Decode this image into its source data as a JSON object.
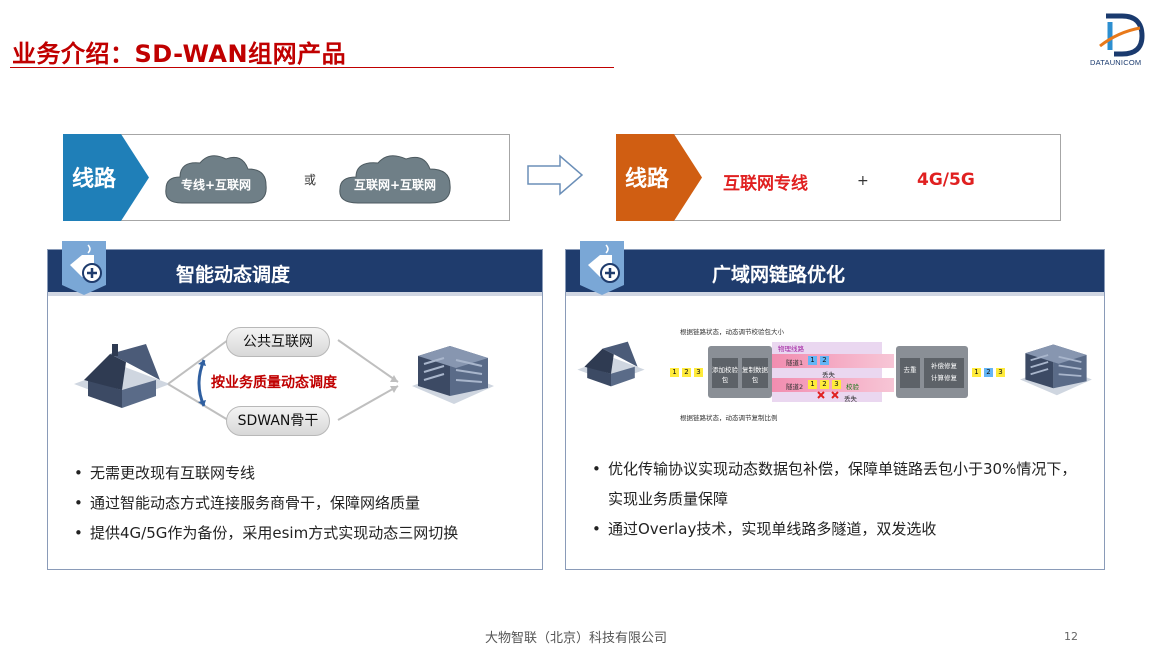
{
  "title": "业务介绍：SD-WAN组网产品",
  "logo": {
    "text": "DATAUNICOM"
  },
  "colors": {
    "accent_red": "#c00000",
    "navy": "#1f3c6d",
    "blue_tag": "#1f7fb8",
    "orange_tag": "#d05e12"
  },
  "before": {
    "tag": "线路",
    "cloud_a": "专线+互联网",
    "or": "或",
    "cloud_b": "互联网+互联网"
  },
  "after": {
    "tag": "线路",
    "item_a": "互联网专线",
    "plus": "+",
    "item_b": "4G/5G"
  },
  "left_panel": {
    "title": "智能动态调度",
    "path_public": "公共互联网",
    "path_qos": "按业务质量动态调度",
    "path_sdwan": "SDWAN骨干",
    "bullets": [
      "无需更改现有互联网专线",
      "通过智能动态方式连接服务商骨干，保障网络质量",
      "提供4G/5G作为备份，采用esim方式实现动态三网切换"
    ]
  },
  "right_panel": {
    "title": "广域网链路优化",
    "diagram": {
      "top_note": "根据链路状态，动态调节校验包大小",
      "bottom_note": "根据链路状态，动态调节复制比例",
      "add_check": "添加校验包",
      "copy_data": "复制数据包",
      "physical": "物理线路",
      "tunnel1": "隧道1",
      "tunnel2": "隧道2",
      "lost": "丢失",
      "check": "校验",
      "recover_fill": "补偿修复",
      "recover_calc": "计算修复",
      "dedup": "去重",
      "n1": "1",
      "n2": "2",
      "n3": "3"
    },
    "bullets": [
      "优化传输协议实现动态数据包补偿，保障单链路丢包小于30%情况下，实现业务质量保障",
      "通过Overlay技术，实现单线路多隧道，双发选收"
    ]
  },
  "footer": "大物智联（北京）科技有限公司",
  "page_number": "12"
}
